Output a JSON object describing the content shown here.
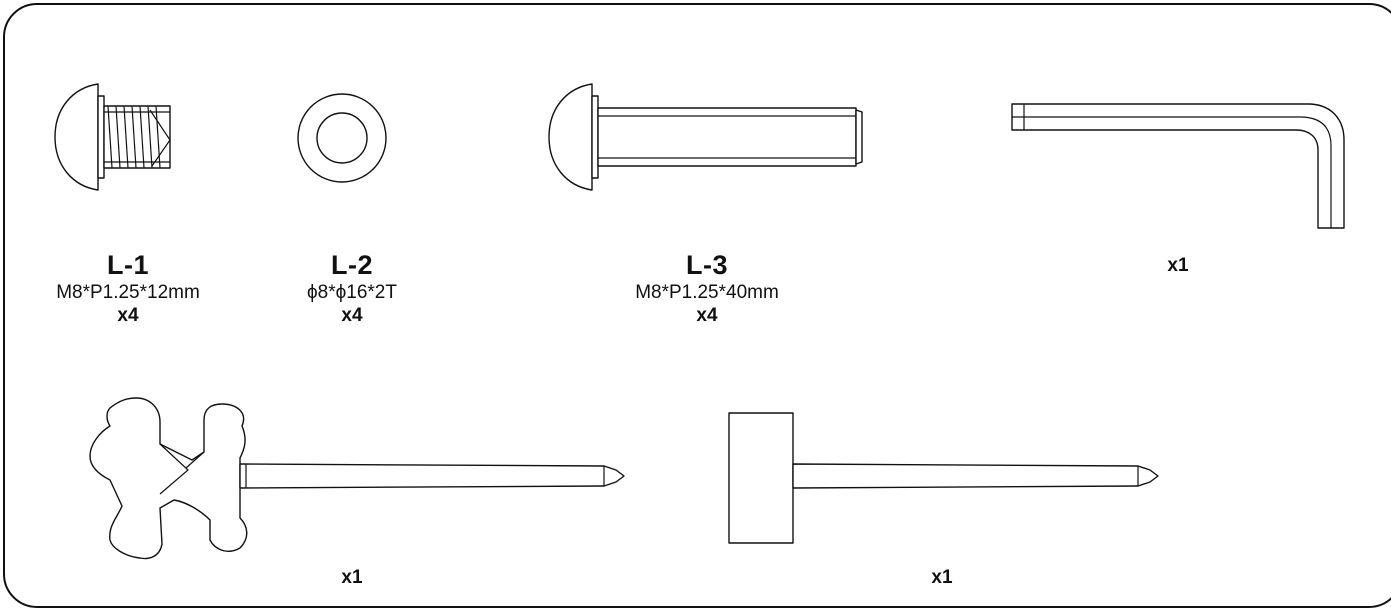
{
  "parts": [
    {
      "code": "L-1",
      "spec": "M8*P1.25*12mm",
      "qty": "x4"
    },
    {
      "code": "L-2",
      "spec": "ϕ8*ϕ16*2T",
      "qty": "x4"
    },
    {
      "code": "L-3",
      "spec": "M8*P1.25*40mm",
      "qty": "x4"
    }
  ],
  "tools": [
    {
      "name": "hex-key",
      "qty": "x1"
    },
    {
      "name": "multi-screwdriver",
      "qty": "x1"
    },
    {
      "name": "t-screwdriver",
      "qty": "x1"
    }
  ]
}
